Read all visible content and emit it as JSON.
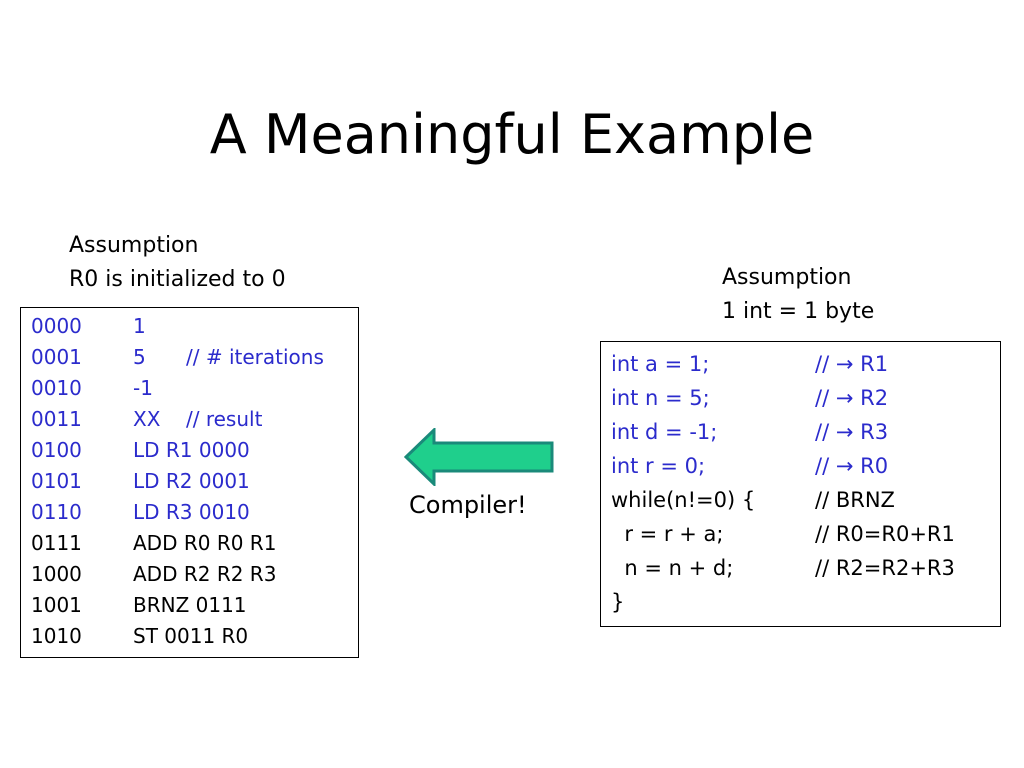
{
  "slide": {
    "title": "A Meaningful Example"
  },
  "left_note": {
    "line1": "Assumption",
    "line2": "R0 is initialized to 0"
  },
  "right_note": {
    "line1": "Assumption",
    "line2": "1 int = 1 byte"
  },
  "memory": {
    "rows": [
      {
        "addr": "0000",
        "instr": "1",
        "comment": ""
      },
      {
        "addr": "0001",
        "instr": "5",
        "comment": "// # iterations"
      },
      {
        "addr": "0010",
        "instr": "-1",
        "comment": ""
      },
      {
        "addr": "0011",
        "instr": "XX",
        "comment": "// result"
      },
      {
        "addr": "0100",
        "instr": "LD R1 0000",
        "comment": ""
      },
      {
        "addr": "0101",
        "instr": "LD R2 0001",
        "comment": ""
      },
      {
        "addr": "0110",
        "instr": "LD R3 0010",
        "comment": ""
      },
      {
        "addr": "0111",
        "instr": "ADD R0 R0 R1",
        "comment": ""
      },
      {
        "addr": "1000",
        "instr": "ADD R2 R2 R3",
        "comment": ""
      },
      {
        "addr": "1001",
        "instr": "BRNZ 0111",
        "comment": ""
      },
      {
        "addr": "1010",
        "instr": "ST 0011 R0",
        "comment": ""
      }
    ]
  },
  "source": {
    "rows": [
      {
        "code": "int a = 1;",
        "comment": "// → R1"
      },
      {
        "code": "int n = 5;",
        "comment": "// → R2"
      },
      {
        "code": "int d = -1;",
        "comment": "// → R3"
      },
      {
        "code": "int r = 0;",
        "comment": "// → R0"
      },
      {
        "code": "while(n!=0) {",
        "comment": "// BRNZ"
      },
      {
        "code": "  r = r + a;",
        "comment": "// R0=R0+R1"
      },
      {
        "code": "  n = n + d;",
        "comment": "// R2=R2+R3"
      },
      {
        "code": "}",
        "comment": ""
      }
    ]
  },
  "arrow": {
    "label": "Compiler!",
    "fill_color": "#1fcf8c",
    "stroke_color": "#1a8a7a"
  },
  "colors": {
    "code_blue": "#2b2bcc",
    "text": "#000000"
  }
}
